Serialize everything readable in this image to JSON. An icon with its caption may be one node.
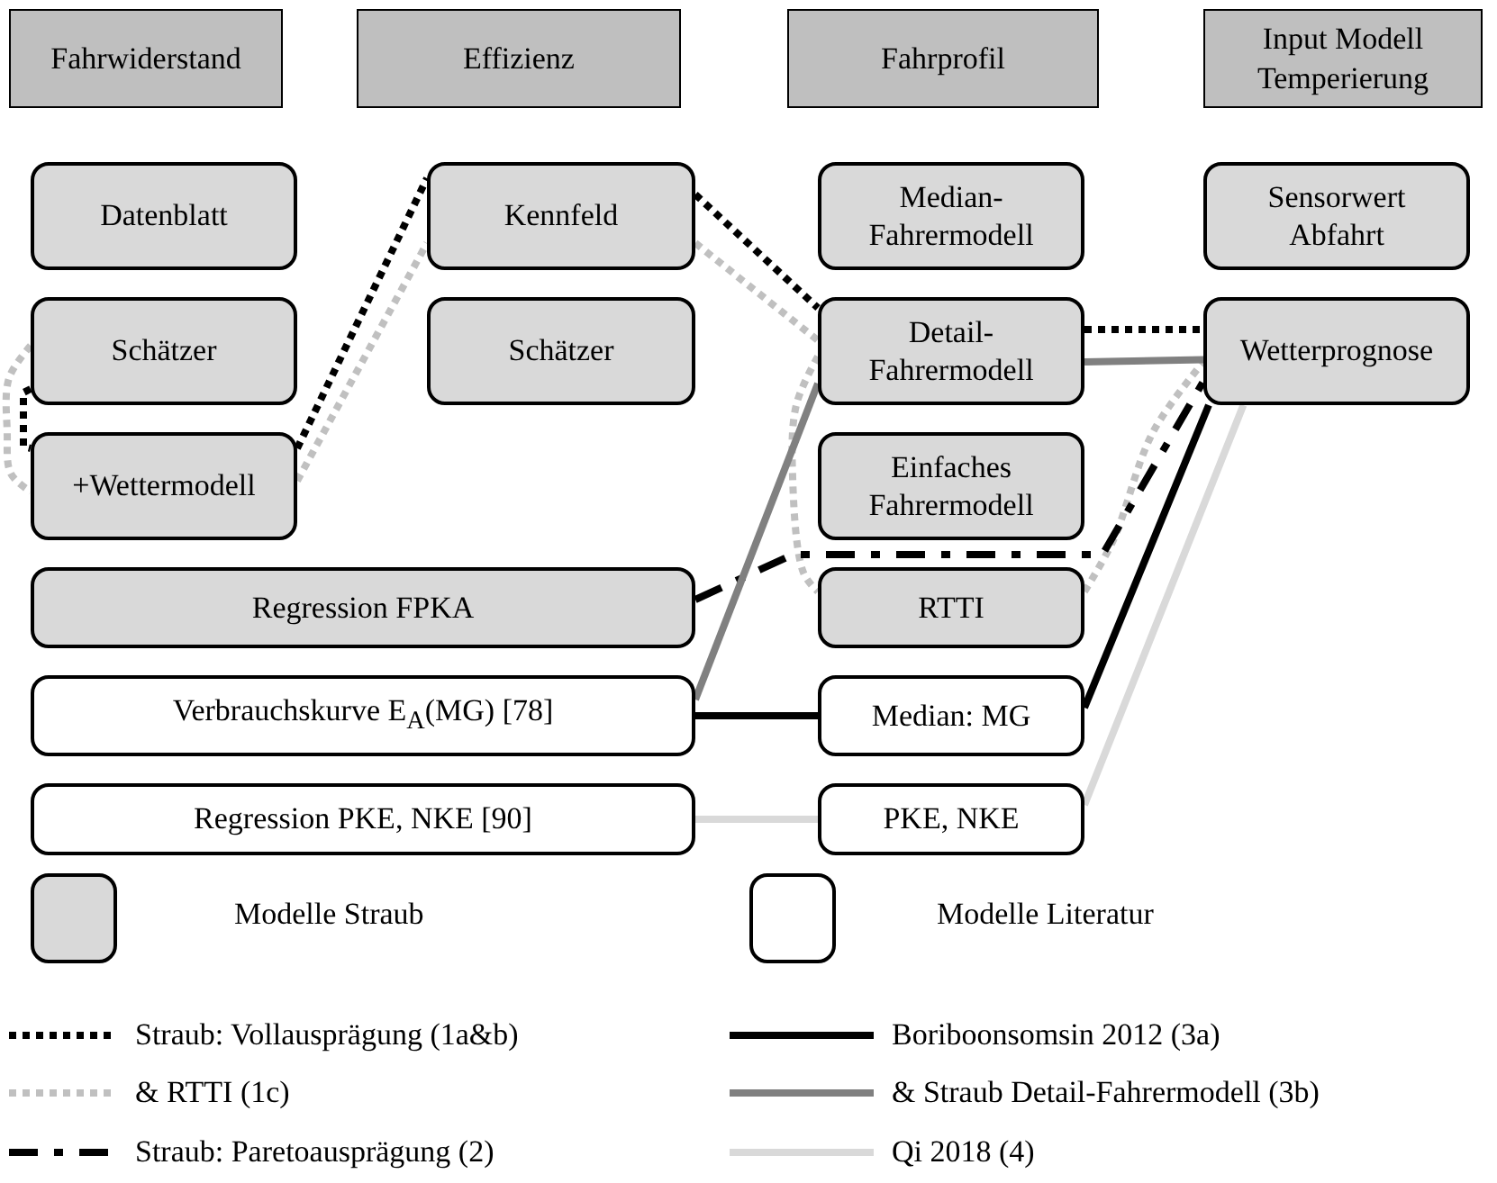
{
  "diagram": {
    "nodes": [
      {
        "text": [
          "Fahrwiderstand"
        ]
      },
      {
        "text": [
          "Effizienz"
        ]
      },
      {
        "text": [
          "Fahrprofil"
        ]
      },
      {
        "text": [
          "Input Modell Temperierung"
        ]
      },
      {
        "text": [
          "Datenblatt"
        ]
      },
      {
        "text": [
          "Kennfeld"
        ]
      },
      {
        "text": [
          "Median-Fahrermodell"
        ]
      },
      {
        "text": [
          "Sensorwert Abfahrt"
        ]
      },
      {
        "text": [
          "Schätzer"
        ]
      },
      {
        "text": [
          "Schätzer"
        ]
      },
      {
        "text": [
          "Detail-Fahrermodell"
        ]
      },
      {
        "text": [
          "Wetterprognose"
        ]
      },
      {
        "text": [
          "+Wettermodell"
        ]
      },
      {
        "text": [
          "Einfaches Fahrermodell"
        ]
      },
      {
        "text": [
          "Regression FPKA"
        ]
      },
      {
        "text": [
          "RTTI"
        ]
      },
      {
        "text": [
          "Verbrauchskurve E$_{A}$(MG) [78]"
        ]
      },
      {
        "text": [
          "Median: MG"
        ]
      },
      {
        "text": [
          "Regression PKE, NKE [90]"
        ]
      },
      {
        "text": [
          "PKE, NKE"
        ]
      }
    ],
    "edges": [
      {
        "from": 8,
        "to": 12,
        "arrow": "none",
        "style": "dashed"
      },
      {
        "from": 12,
        "to": 5,
        "arrow": "none",
        "style": "dashed"
      },
      {
        "from": 5,
        "to": 10,
        "arrow": "none",
        "style": "dashed"
      },
      {
        "from": 10,
        "to": 11,
        "arrow": "none",
        "style": "dashed"
      },
      {
        "from": 8,
        "to": 12,
        "arrow": "none",
        "style": "dashed",
        "color": "#c0c0c0"
      },
      {
        "from": 12,
        "to": 5,
        "arrow": "none",
        "style": "dashed",
        "color": "#c0c0c0"
      },
      {
        "from": 5,
        "to": 10,
        "arrow": "none",
        "style": "dashed",
        "color": "#c0c0c0"
      },
      {
        "from": 10,
        "to": 15,
        "arrow": "none",
        "style": "dashed",
        "color": "#c0c0c0"
      },
      {
        "from": 15,
        "to": 11,
        "arrow": "none",
        "style": "dashed",
        "color": "#c0c0c0"
      },
      {
        "from": 14,
        "to": 11,
        "arrow": "none",
        "style": "dashed"
      },
      {
        "from": 16,
        "to": 17,
        "arrow": "none"
      },
      {
        "from": 17,
        "to": 11,
        "arrow": "none"
      },
      {
        "from": 16,
        "to": 10,
        "arrow": "none",
        "color": "#808080"
      },
      {
        "from": 10,
        "to": 11,
        "arrow": "none",
        "color": "#808080"
      },
      {
        "from": 18,
        "to": 19,
        "arrow": "none",
        "color": "#d9d9d9"
      },
      {
        "from": 19,
        "to": 11,
        "arrow": "none",
        "color": "#d9d9d9"
      }
    ],
    "legend": [
      {
        "text": "Modelle Straub",
        "color": "#d9d9d9"
      },
      {
        "text": "Modelle Literatur",
        "color": "#ffffff"
      },
      {
        "text": "Straub: Vollausprägung (1a&b)"
      },
      {
        "text": "& RTTI (1c)"
      },
      {
        "text": "Straub: Paretoausprägung (2)"
      },
      {
        "text": "Boriboonsomsin 2012 (3a)"
      },
      {
        "text": "& Straub Detail-Fahrermodell (3b)"
      },
      {
        "text": "Qi 2018 (4)"
      }
    ]
  }
}
